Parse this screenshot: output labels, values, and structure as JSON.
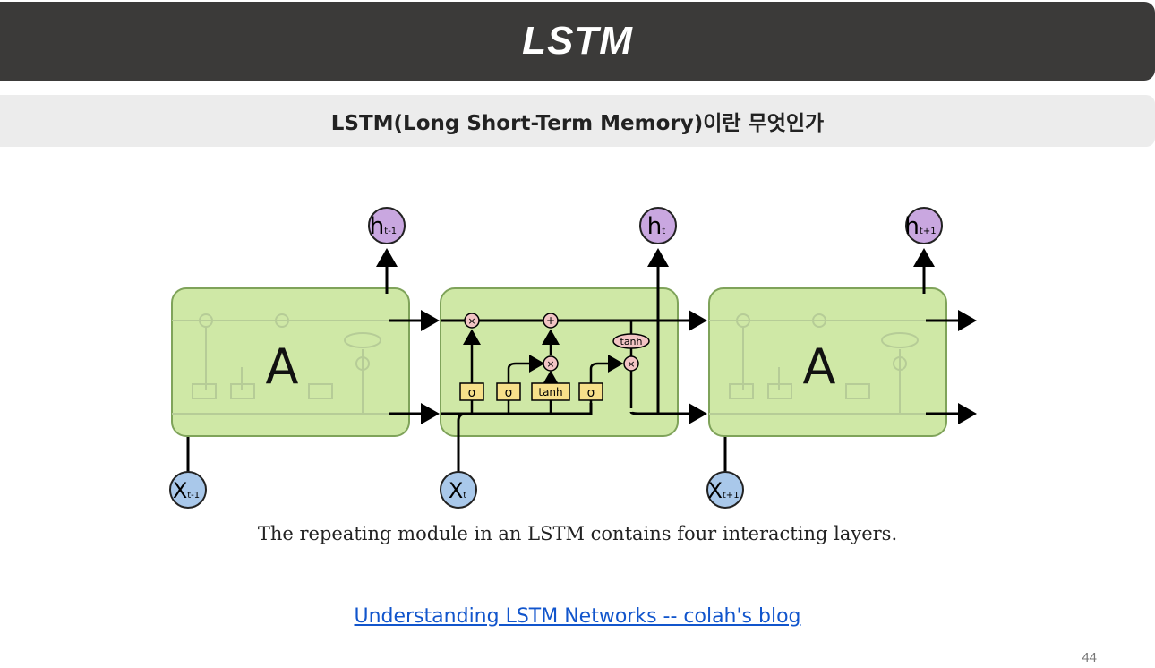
{
  "slide": {
    "title": "LSTM",
    "subtitle": "LSTM(Long Short-Term Memory)이란 무엇인가",
    "caption": "The repeating module in an LSTM contains four interacting layers.",
    "link_text": "Understanding LSTM Networks -- colah's blog",
    "page_number": "44"
  },
  "diagram": {
    "module_label": "A",
    "outputs": [
      {
        "base": "h",
        "sub": "t-1"
      },
      {
        "base": "h",
        "sub": "t"
      },
      {
        "base": "h",
        "sub": "t+1"
      }
    ],
    "inputs": [
      {
        "base": "X",
        "sub": "t-1"
      },
      {
        "base": "X",
        "sub": "t"
      },
      {
        "base": "X",
        "sub": "t+1"
      }
    ],
    "gates": [
      "σ",
      "σ",
      "tanh",
      "σ"
    ],
    "pointwise_ops": [
      "×",
      "+",
      "×",
      "×"
    ],
    "tanh_label": "tanh",
    "colors": {
      "module_fill": "#cfe8a6",
      "module_stroke": "#7fa35a",
      "gate_fill": "#f7e08a",
      "op_fill": "#f2c4c4",
      "output_fill": "#c9a7e0",
      "input_fill": "#a9c8ea"
    }
  }
}
